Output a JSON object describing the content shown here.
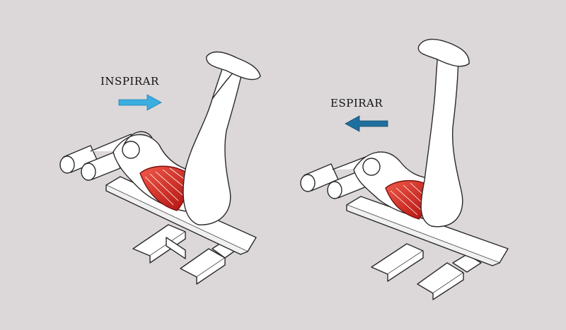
{
  "labels": {
    "inhale": "INSPIRAR",
    "exhale": "ESPIRAR"
  },
  "colors": {
    "background": "#dcd8d9",
    "inhale_arrow": "#3aaee0",
    "exhale_arrow": "#1f6f9e",
    "muscle": "#d8201f",
    "outline": "#2a2a2a",
    "fill": "#ffffff"
  },
  "figures": [
    {
      "name": "inhale-figure",
      "phase": "inhale",
      "arrow_direction": "right"
    },
    {
      "name": "exhale-figure",
      "phase": "exhale",
      "arrow_direction": "left"
    }
  ]
}
